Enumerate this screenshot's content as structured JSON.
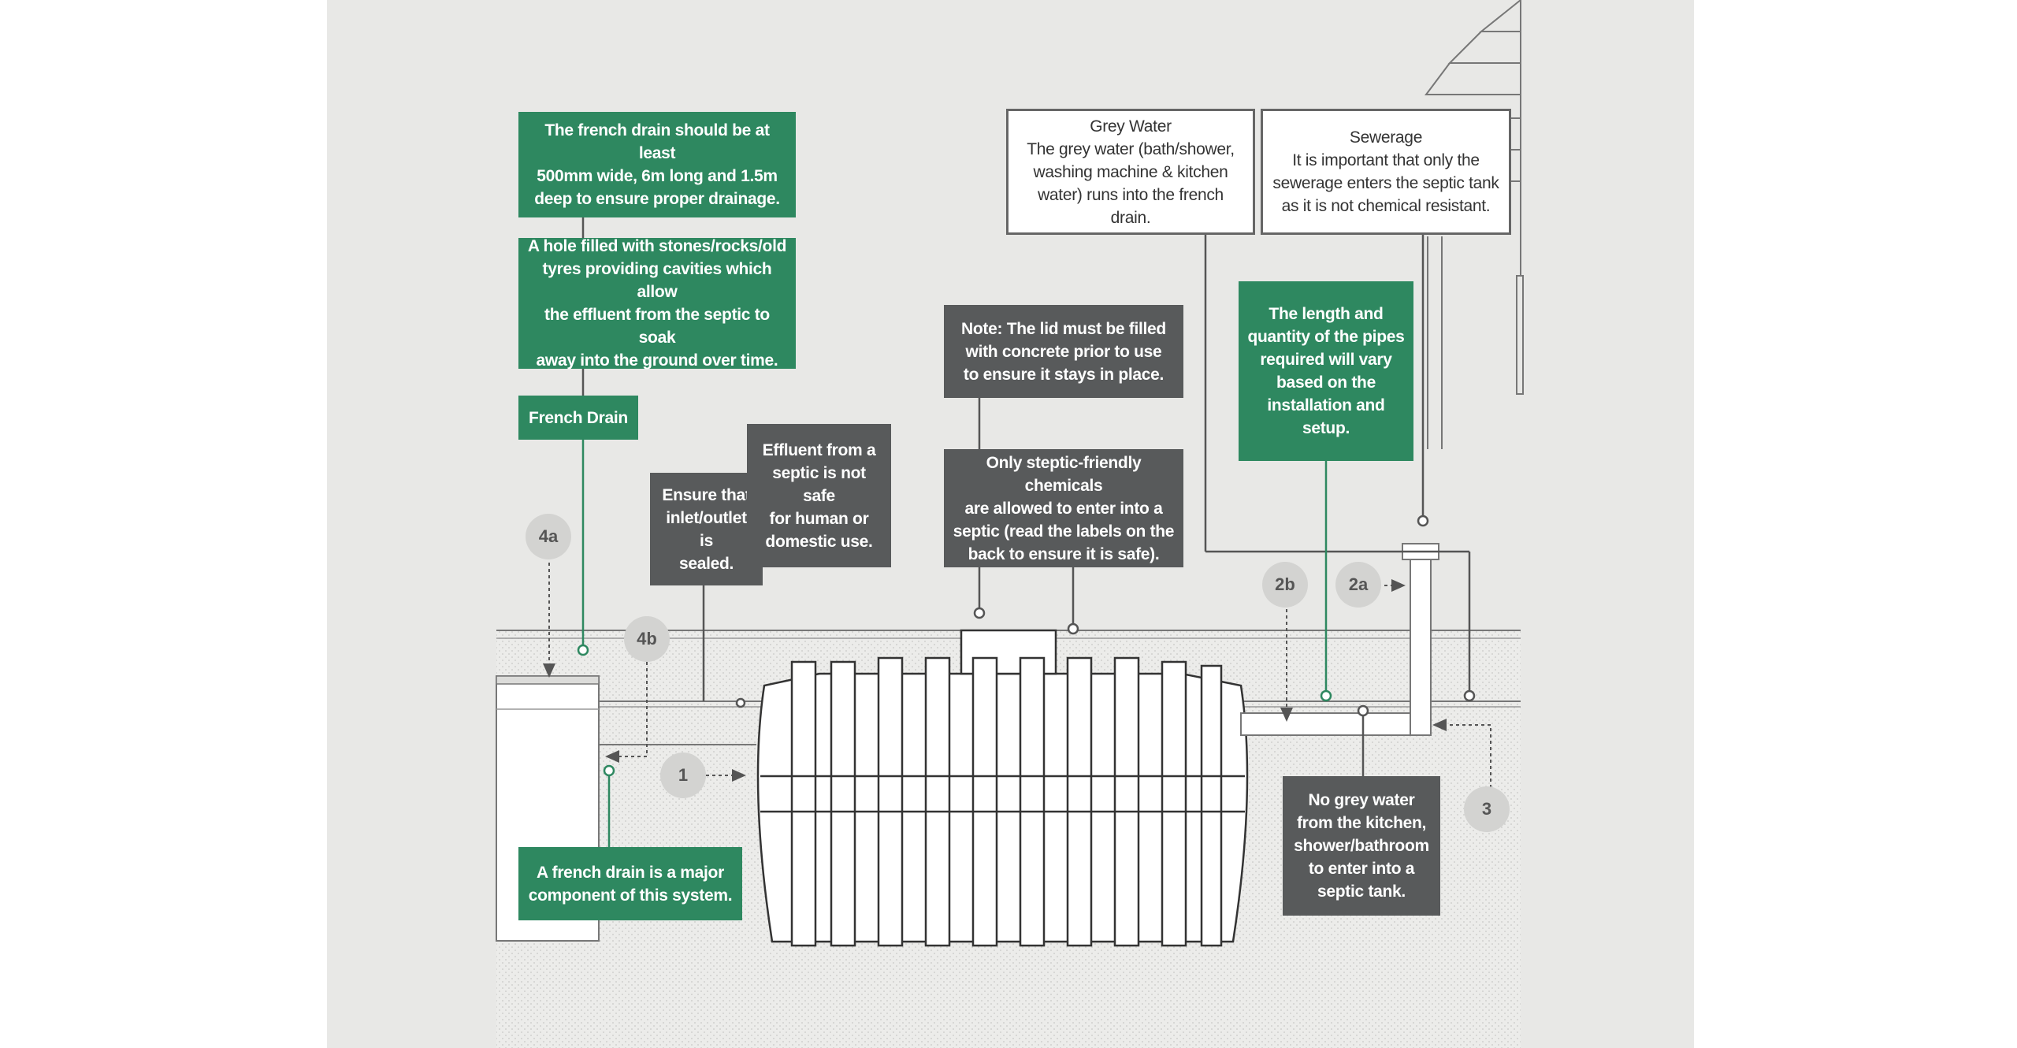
{
  "callouts": {
    "french_drain_size": "The french drain should be at least\n500mm wide, 6m long and 1.5m\ndeep to ensure proper drainage.",
    "hole_filled": "A hole filled with stones/rocks/old\ntyres providing cavities which allow\nthe effluent from the septic to soak\naway into the ground over time.",
    "french_drain_label": "French Drain",
    "effluent_not_safe": "Effluent from a\nseptic is not safe\nfor human or\ndomestic use.",
    "inlet_outlet_sealed": "Ensure that\ninlet/outlet is\nsealed.",
    "lid_note": "Note: The lid must be filled\nwith concrete prior to use\nto ensure it stays in place.",
    "chemicals": "Only steptic-friendly chemicals\nare allowed to enter into a\nseptic (read the labels on the\nback to ensure it is safe).",
    "grey_water": "Grey Water\nThe grey water (bath/shower,\nwashing machine & kitchen\nwater) runs into the french drain.",
    "sewerage": "Sewerage\nIt is important that only the\nsewerage enters the septic tank\nas it is not chemical resistant.",
    "pipes_length": "The length and\nquantity of the pipes\nrequired will vary\nbased on the\ninstallation and\nsetup.",
    "no_grey_water": "No grey water\nfrom the kitchen,\nshower/bathroom\nto enter into a\nseptic tank.",
    "major_component": "A french drain is a major\ncomponent of this system."
  },
  "badges": {
    "b4a": "4a",
    "b4b": "4b",
    "b1": "1",
    "b2b": "2b",
    "b2a": "2a",
    "b3": "3"
  },
  "colors": {
    "green": "#2e8860",
    "dark": "#585a5b",
    "background": "#e8e8e6",
    "ground": "#ececea",
    "badge": "#d3d3d1",
    "line": "#555555"
  }
}
